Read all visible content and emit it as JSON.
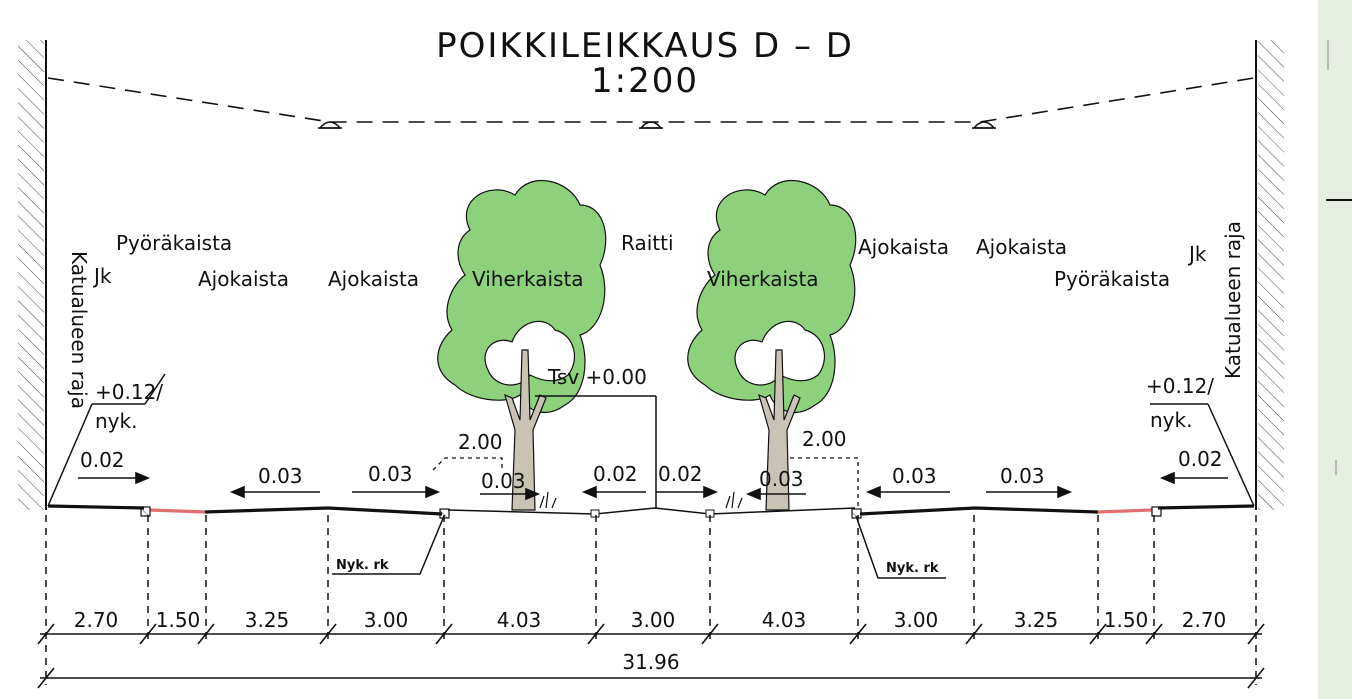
{
  "drawing": {
    "title": "POIKKILEIKKAUS D – D",
    "scale": "1:200"
  },
  "labels": {
    "boundary_left": "Katualueen raja",
    "boundary_right": "Katualueen raja",
    "lane_labels": [
      "Pyöräkaista",
      "Jk",
      "Ajokaista",
      "Ajokaista",
      "Viherkaista",
      "Raitti",
      "Viherkaista",
      "Ajokaista",
      "Ajokaista",
      "Jk",
      "Pyöräkaista"
    ],
    "tsv": "Tsv +0.00",
    "elev_left": "+0.12/",
    "nyk_left": "nyk.",
    "elev_right": "+0.12/",
    "nyk_right": "nyk.",
    "dim_200_left": "2.00",
    "dim_200_right": "2.00",
    "nyk_rk_left": "Nyk. rk",
    "nyk_rk_right": "Nyk. rk"
  },
  "slopes": [
    "0.02",
    "0.03",
    "0.03",
    "0.03",
    "0.02",
    "0.02",
    "0.03",
    "0.03",
    "0.03",
    "0.02"
  ],
  "widths": [
    "2.70",
    "1.50",
    "3.25",
    "3.00",
    "4.03",
    "3.00",
    "4.03",
    "3.00",
    "3.25",
    "1.50",
    "2.70"
  ],
  "total_width": "31.96",
  "colors": {
    "line": "#111111",
    "tree_canopy": "#8ed17c",
    "tree_trunk": "#c8c3b4",
    "bike_lane": "#e07070",
    "side_panel": "#e6ede1"
  }
}
